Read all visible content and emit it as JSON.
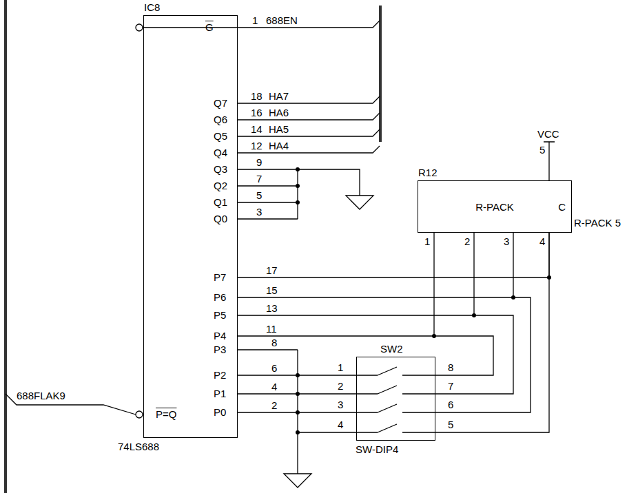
{
  "diagram": {
    "nodes": [
      {
        "text": [
          "IC8",
          "74LS688"
        ]
      },
      {
        "text": [
          "R12",
          "R-PACK",
          "C",
          "R-PACK 5"
        ]
      },
      {
        "text": [
          "SW2",
          "SW-DIP4"
        ]
      }
    ],
    "edges": [
      {
        "from": 0,
        "to": 1,
        "arrow": "none"
      },
      {
        "from": 1,
        "to": 2,
        "arrow": "none"
      },
      {
        "from": 0,
        "to": 2,
        "arrow": "none"
      }
    ],
    "labels": [
      "G",
      "1",
      "688EN",
      "Q7",
      "18",
      "HA7",
      "Q6",
      "16",
      "HA6",
      "Q5",
      "14",
      "HA5",
      "Q4",
      "12",
      "HA4",
      "Q3",
      "9",
      "Q2",
      "7",
      "Q1",
      "5",
      "Q0",
      "3",
      "P7",
      "17",
      "P6",
      "15",
      "P5",
      "13",
      "P4",
      "11",
      "P3",
      "8",
      "P2",
      "6",
      "P1",
      "4",
      "P0",
      "2",
      "P=Q",
      "688FLAK9",
      "VCC",
      "5",
      "1",
      "2",
      "3",
      "4",
      "1",
      "2",
      "3",
      "4",
      "8",
      "7",
      "6",
      "5"
    ]
  }
}
